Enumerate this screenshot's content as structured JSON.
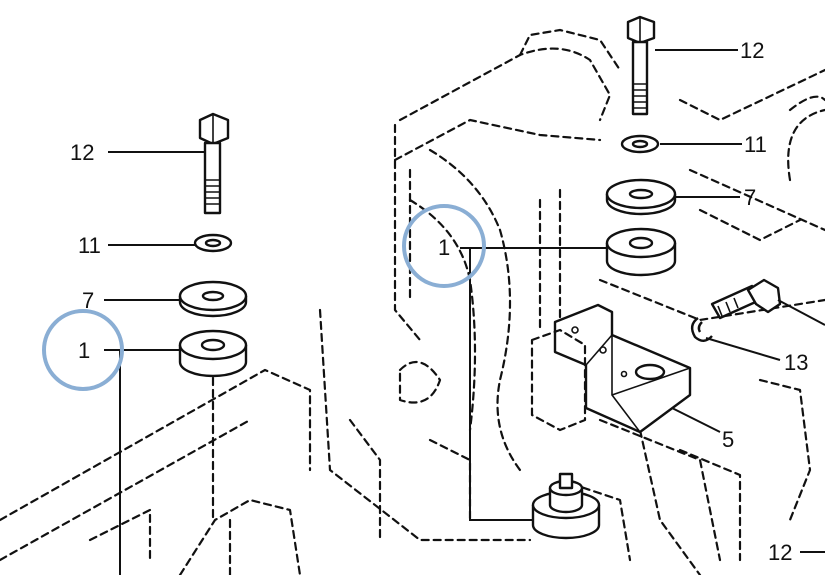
{
  "colors": {
    "highlight": "#8aaed4",
    "line": "#111111"
  },
  "labels": {
    "bolt_left": "12",
    "washer_small_left": "11",
    "washer_large_left": "7",
    "mount_left": "1",
    "bolt_right": "12",
    "washer_small_right": "11",
    "washer_large_right": "7",
    "mount_right": "1",
    "bracket": "5",
    "lock_washer": "13",
    "bolt_bottom": "12"
  }
}
